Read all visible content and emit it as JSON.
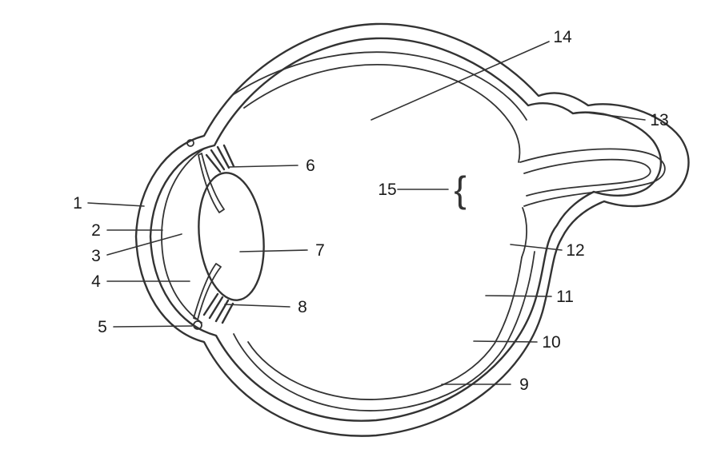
{
  "figure": {
    "type": "labeled-line-diagram",
    "subject": "eye-cross-section",
    "colors": {
      "line": "#333333",
      "text": "#1a1a1a",
      "background": "#ffffff"
    },
    "brace_glyph": "{",
    "labels": [
      {
        "number": "1"
      },
      {
        "number": "2"
      },
      {
        "number": "3"
      },
      {
        "number": "4"
      },
      {
        "number": "5"
      },
      {
        "number": "6"
      },
      {
        "number": "7"
      },
      {
        "number": "8"
      },
      {
        "number": "9"
      },
      {
        "number": "10"
      },
      {
        "number": "11"
      },
      {
        "number": "12"
      },
      {
        "number": "13"
      },
      {
        "number": "14"
      },
      {
        "number": "15"
      }
    ]
  }
}
